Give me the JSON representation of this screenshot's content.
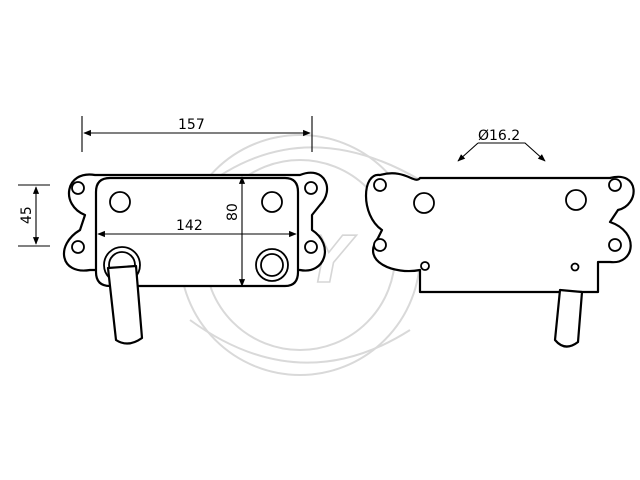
{
  "drawing": {
    "watermark_text": "FREY",
    "dimensions": {
      "overall_length": "157",
      "hole_spacing": "142",
      "height": "80",
      "flange_height": "45",
      "port_diameter": "Ø16.2"
    },
    "colors": {
      "line": "#000000",
      "watermark": "#d6d6d6",
      "background": "#ffffff"
    }
  }
}
